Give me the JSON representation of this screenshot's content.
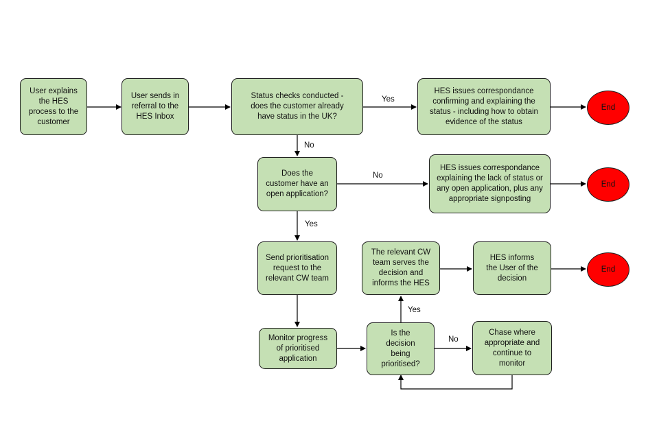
{
  "nodes": {
    "explain": "User explains the HES process to the customer",
    "referral": "User sends in referral to the HES Inbox",
    "status_check": "Status checks conducted - does the customer already have status in the UK?",
    "confirm": "HES issues correspondance confirming and explaining the status - including how to obtain evidence of the status",
    "open_app": "Does the customer have an open application?",
    "lack": "HES issues correspondance explaining the lack of status or any open application, plus any appropriate signposting",
    "send_prior": "Send prioritisation request to the relevant CW team",
    "cw_serves": "The relevant CW team serves the decision and informs the HES",
    "informs": "HES informs the User of the decision",
    "monitor": "Monitor progress of prioritised application",
    "is_prior": "Is the decision being prioritised?",
    "chase": "Chase where appropriate and continue to monitor",
    "end1": "End",
    "end2": "End",
    "end3": "End"
  },
  "labels": {
    "yes_status": "Yes",
    "no_status": "No",
    "no_open": "No",
    "yes_open": "Yes",
    "yes_prior": "Yes",
    "no_prior": "No"
  },
  "colors": {
    "box_fill": "#c5e0b4",
    "end_fill": "#ff0000",
    "stroke": "#1f1f1f"
  }
}
